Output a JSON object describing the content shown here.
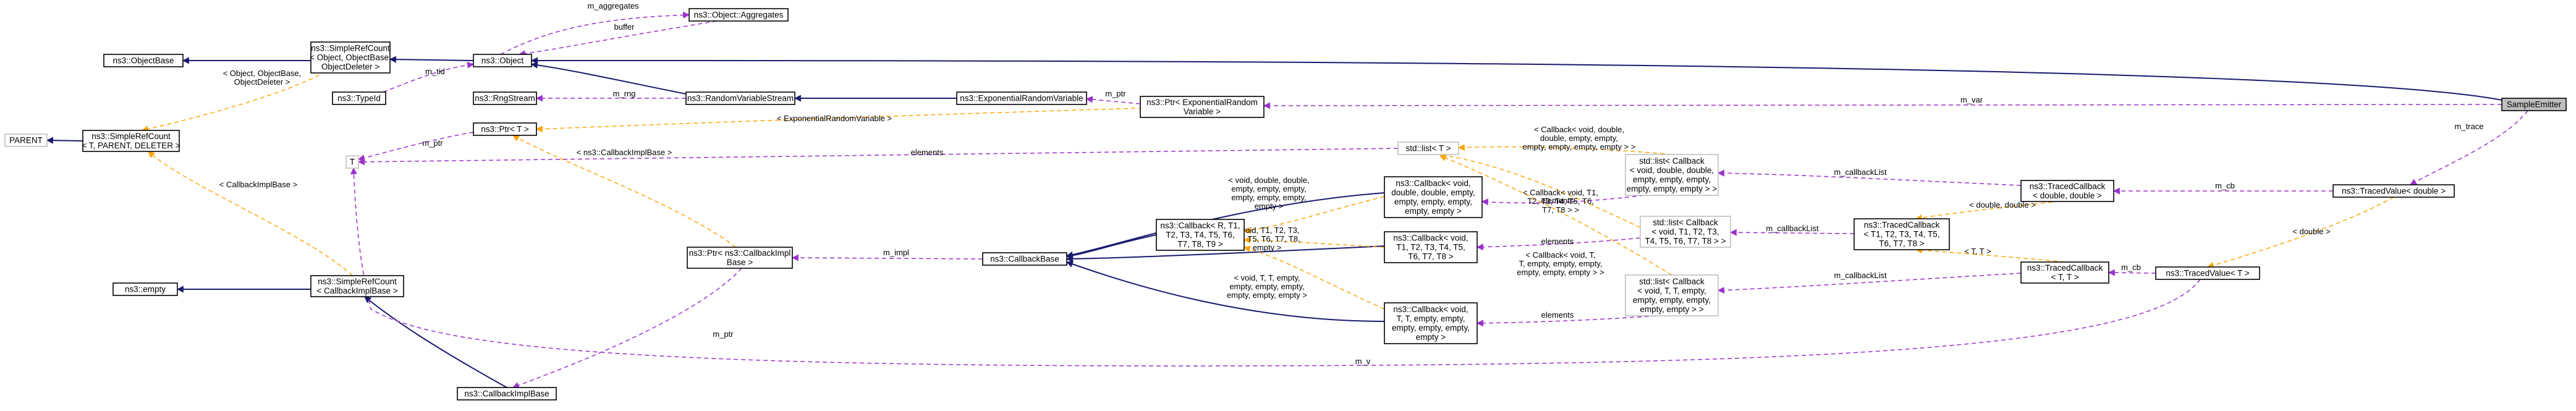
{
  "nodes": {
    "sample_emitter": [
      "SampleEmitter"
    ],
    "object_base": [
      "ns3::ObjectBase"
    ],
    "simple_ref_count_obj": [
      "ns3::SimpleRefCount",
      "< Object, ObjectBase,",
      "ObjectDeleter >"
    ],
    "object": [
      "ns3::Object"
    ],
    "object_aggregates": [
      "ns3::Object::Aggregates"
    ],
    "type_id": [
      "ns3::TypeId"
    ],
    "parent": [
      "PARENT"
    ],
    "simple_ref_count_t": [
      "ns3::SimpleRefCount",
      "< T, PARENT, DELETER >"
    ],
    "t": [
      "T"
    ],
    "empty": [
      "ns3::empty"
    ],
    "simple_ref_count_cbimpl": [
      "ns3::SimpleRefCount",
      "< CallbackImplBase >"
    ],
    "callback_impl_base": [
      "ns3::CallbackImplBase"
    ],
    "rng_stream": [
      "ns3::RngStream"
    ],
    "random_variable_stream": [
      "ns3::RandomVariableStream"
    ],
    "exponential_rv": [
      "ns3::ExponentialRandomVariable"
    ],
    "ptr_exponential": [
      "ns3::Ptr< ExponentialRandom",
      "Variable >"
    ],
    "ptr_t": [
      "ns3::Ptr< T >"
    ],
    "ptr_cbimpl": [
      "ns3::Ptr< ns3::CallbackImpl",
      "Base >"
    ],
    "callback_base": [
      "ns3::CallbackBase"
    ],
    "callback_r_t": [
      "ns3::Callback< R, T1,",
      "T2, T3, T4, T5, T6,",
      "T7, T8, T9 >"
    ],
    "callback_void_double": [
      "ns3::Callback< void,",
      "double, double, empty,",
      "empty, empty, empty,",
      "empty, empty >"
    ],
    "callback_void_t1": [
      "ns3::Callback< void,",
      "T1, T2, T3, T4, T5,",
      "T6, T7, T8 >"
    ],
    "callback_void_tt": [
      "ns3::Callback< void,",
      "T, T, empty, empty,",
      "empty, empty, empty,",
      "empty >"
    ],
    "std_list_t": [
      "std::list< T >"
    ],
    "std_list_cb_double": [
      "std::list< Callback",
      "< void, double, double,",
      "empty, empty, empty,",
      "empty, empty, empty > >"
    ],
    "std_list_cb_t1": [
      "std::list< Callback",
      "< void, T1, T2, T3,",
      "T4, T5, T6, T7, T8 > >"
    ],
    "std_list_cb_tt": [
      "std::list< Callback",
      "< void, T, T, empty,",
      "empty, empty, empty,",
      "empty, empty > >"
    ],
    "traced_cb_double": [
      "ns3::TracedCallback",
      "< double, double >"
    ],
    "traced_cb_t1": [
      "ns3::TracedCallback",
      "< T1, T2, T3, T4, T5,",
      "T6, T7, T8 >"
    ],
    "traced_cb_tt": [
      "ns3::TracedCallback",
      "< T, T >"
    ],
    "traced_value_double": [
      "ns3::TracedValue< double >"
    ],
    "traced_value_t": [
      "ns3::TracedValue< T >"
    ]
  },
  "edge_labels": {
    "m_aggregates": [
      "m_aggregates"
    ],
    "buffer": [
      "buffer"
    ],
    "m_tid": [
      "m_tid"
    ],
    "object_tmpl": [
      "< Object, ObjectBase,",
      "ObjectDeleter >"
    ],
    "cbimpl_tmpl": [
      "< CallbackImplBase >"
    ],
    "m_rng": [
      "m_rng"
    ],
    "m_ptr_exp": [
      "m_ptr"
    ],
    "m_var": [
      "m_var"
    ],
    "exp_tmpl": [
      "< ExponentialRandomVariable >"
    ],
    "m_ptr_t": [
      "m_ptr"
    ],
    "elements_top": [
      "elements"
    ],
    "ptr_cbimpl_tmpl": [
      "< ns3::CallbackImplBase >"
    ],
    "m_ptr_cbimpl": [
      "m_ptr"
    ],
    "m_impl": [
      "m_impl"
    ],
    "cb_void_double_tmpl": [
      "< void, double, double,",
      "empty, empty, empty,",
      "empty, empty, empty,",
      "empty >"
    ],
    "cb_void_t1_tmpl": [
      "< void, T1, T2, T3,",
      "T4, T5, T6, T7, T8,",
      "empty >"
    ],
    "cb_void_tt_tmpl": [
      "< void, T, T, empty,",
      "empty, empty, empty,",
      "empty, empty, empty >"
    ],
    "list_double_tmpl": [
      "< Callback< void, double,",
      "double, empty, empty,",
      "empty, empty, empty, empty > >"
    ],
    "list_t1_tmpl": [
      "< Callback< void, T1,",
      "T2, T3, T4, T5, T6,",
      "T7, T8 > >"
    ],
    "list_tt_tmpl": [
      "< Callback< void, T,",
      "T, empty, empty, empty,",
      "empty, empty, empty > >"
    ],
    "elements_1": [
      "elements"
    ],
    "elements_2": [
      "elements"
    ],
    "elements_3": [
      "elements"
    ],
    "m_callbackList_1": [
      "m_callbackList"
    ],
    "m_callbackList_2": [
      "m_callbackList"
    ],
    "m_callbackList_3": [
      "m_callbackList"
    ],
    "double_double_tmpl": [
      "< double, double >"
    ],
    "t_t_tmpl": [
      "< T, T >"
    ],
    "m_cb_1": [
      "m_cb"
    ],
    "m_cb_2": [
      "m_cb"
    ],
    "double_tmpl": [
      "< double >"
    ],
    "m_trace": [
      "m_trace"
    ],
    "m_v": [
      "m_v"
    ]
  },
  "colors": {
    "inheritance_edge": "#191970",
    "usage_edge": "#9a32cd",
    "template_edge": "#ffa500",
    "selected_node_fill": "#bfbfbf",
    "undocumented_node_border": "#bfbfbf"
  }
}
